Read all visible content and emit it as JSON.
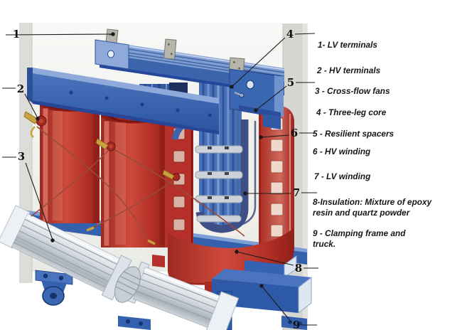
{
  "legend": {
    "items": [
      "1- LV terminals",
      "2 - HV terminals",
      "3 - Cross-flow fans",
      "4 - Three-leg core",
      "5 - Resilient spacers",
      "6 - HV winding",
      "7 - LV winding",
      "8-Insulation: Mixture of epoxy resin and quartz powder",
      "9 - Clamping frame and truck."
    ]
  },
  "diagram": {
    "callout_labels": [
      "1",
      "2",
      "3",
      "4",
      "5",
      "6",
      "7",
      "8",
      "9"
    ],
    "colors": {
      "core_blue": "#3c64ad",
      "light_blue": "#8fa9da",
      "winding_red": "#b5302a",
      "insulation_white": "#f2efe8",
      "spacer_silver": "#ccd2d8",
      "terminal_brass": "#c9a23f",
      "wire_copper": "#9a4a35",
      "fan_silver": "#d7dde2",
      "truck_blue": "#2d59a8",
      "backdrop_gray": "#dcdcd9",
      "callout_black": "#1a1a1a"
    }
  }
}
